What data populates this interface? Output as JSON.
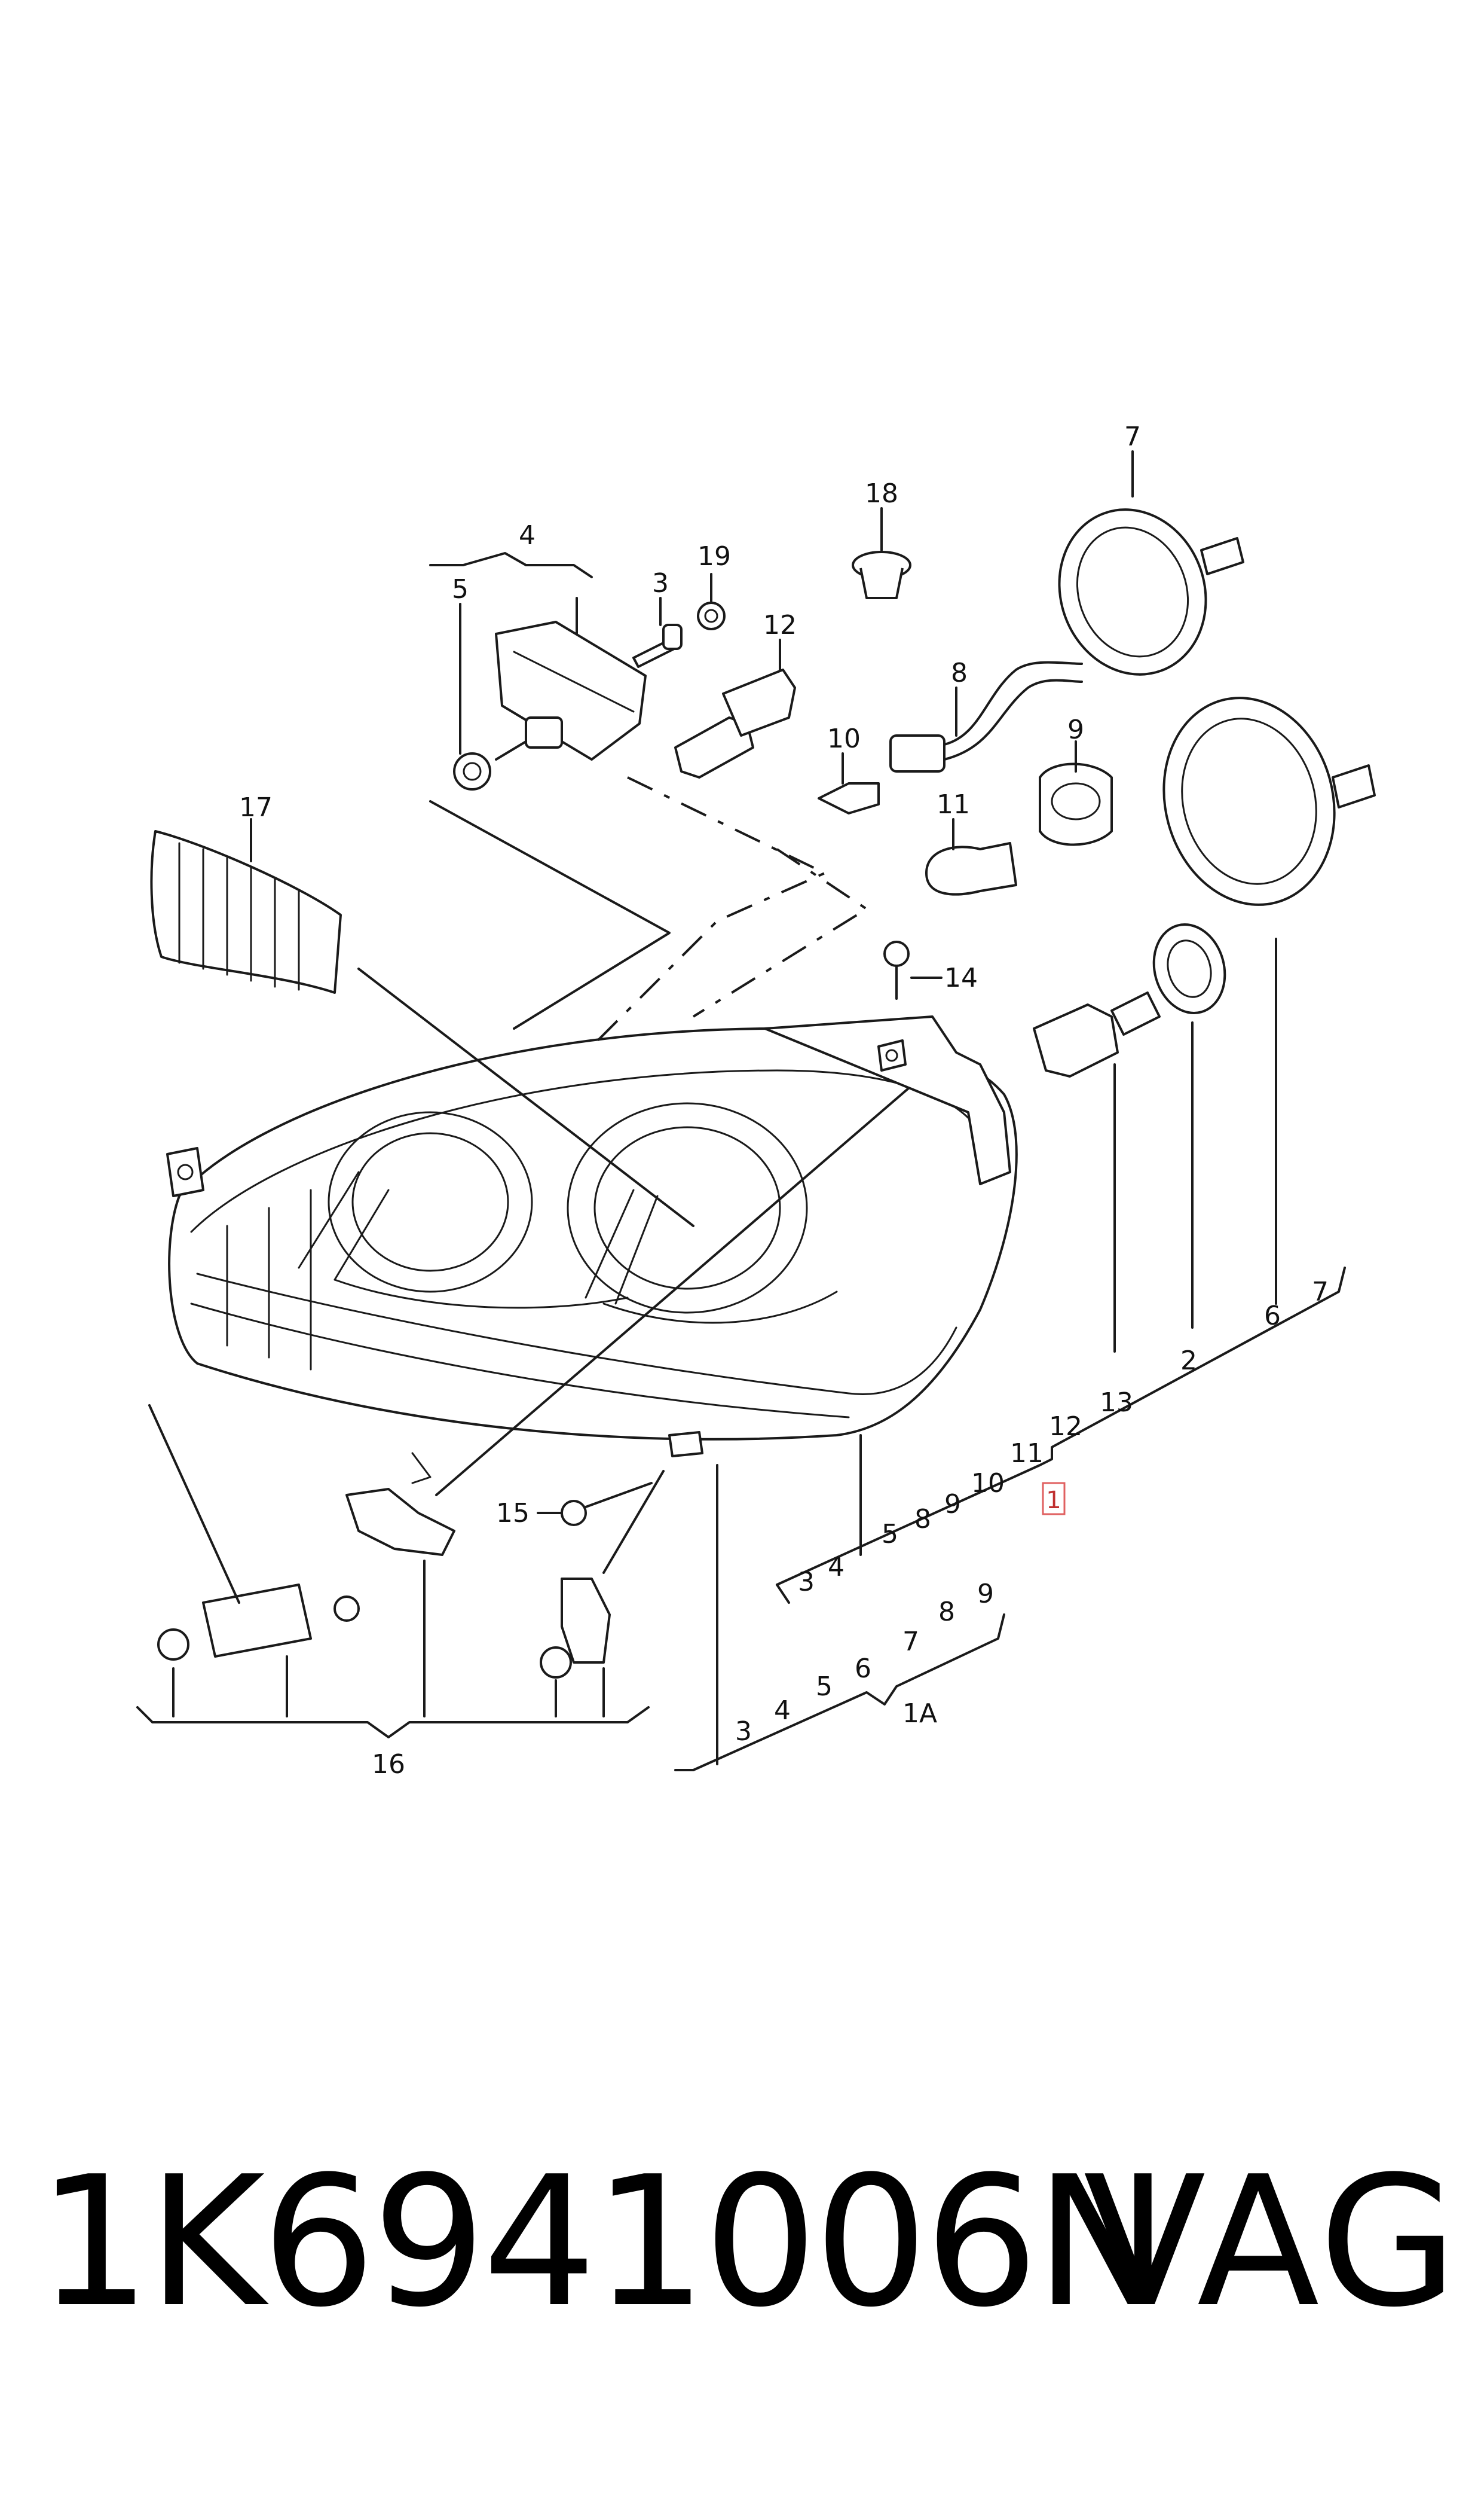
{
  "diagram": {
    "callouts": {
      "c1": "1",
      "c1A": "1A",
      "c2": "2",
      "c3": "3",
      "c4": "4",
      "c5": "5",
      "c6": "6",
      "c7": "7",
      "c8": "8",
      "c9": "9",
      "c10": "10",
      "c11": "11",
      "c12": "12",
      "c13": "13",
      "c14": "14",
      "c15": "15",
      "c16": "16",
      "c17": "17",
      "c18": "18",
      "c19": "19"
    },
    "seq_main": [
      "3",
      "4",
      "5",
      "8",
      "9",
      "10",
      "11",
      "12",
      "13",
      "2",
      "6",
      "7"
    ],
    "seq_1A": [
      "3",
      "4",
      "5",
      "6",
      "7",
      "8",
      "9"
    ]
  },
  "footer": {
    "part_number": "1K6941006N",
    "brand": "VAG"
  }
}
